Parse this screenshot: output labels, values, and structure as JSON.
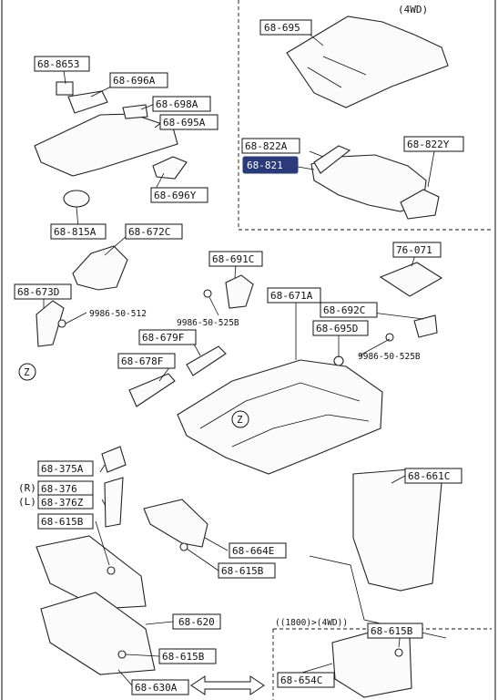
{
  "variant": "(4WD)",
  "variant_inset": "((1800)>(4WD))",
  "labels": {
    "l1": "68-695",
    "l2": "68-8653",
    "l3": "68-696A",
    "l4": "68-698A",
    "l5": "68-695A",
    "l6": "68-822A",
    "l7": "68-822Y",
    "l8": "68-821",
    "l9": "68-696Y",
    "l10": "68-815A",
    "l11": "68-672C",
    "l12": "68-691C",
    "l13": "76-071",
    "l14": "68-673D",
    "l15": "68-671A",
    "l16": "68-692C",
    "l17": "68-695D",
    "l18": "68-679F",
    "l19": "68-678F",
    "l20": "68-375A",
    "l21": "68-376",
    "l22": "68-376Z",
    "l23": "68-661C",
    "l24": "68-615B",
    "l25": "68-664E",
    "l26": "68-615B",
    "l27": "68-620",
    "l28": "68-615B",
    "l29": "68-630A",
    "l30": "68-615B",
    "l31": "68-654C",
    "bolt1": "9986-50-512",
    "bolt2": "9986-50-525B",
    "bolt3": "9986-50-525B",
    "r_mark": "(R)",
    "l_mark": "(L)",
    "z1": "Z",
    "z2": "Z"
  },
  "colors": {
    "highlight": "#2a3a7a",
    "line": "#111111"
  }
}
